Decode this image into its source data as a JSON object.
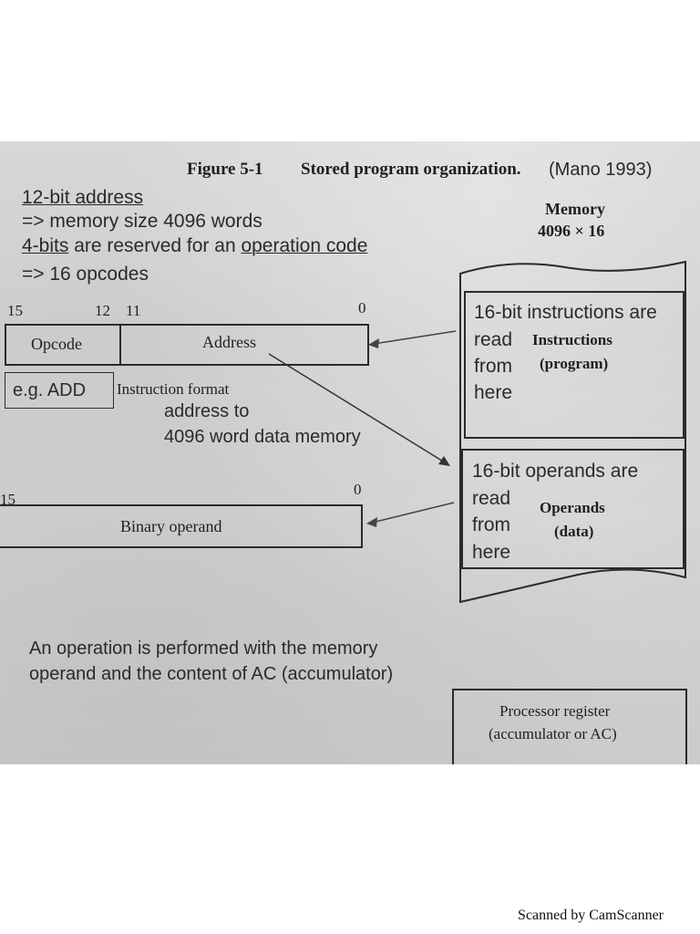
{
  "figure": {
    "label": "Figure 5-1",
    "caption": "Stored program organization.",
    "citation": "(Mano 1993)"
  },
  "notes": {
    "line1": "12-bit address",
    "line2": "=> memory size 4096 words",
    "line3_prefix": "4-bits",
    "line3_mid": " are reserved for an ",
    "line3_suffix": "operation code",
    "line4": "=> 16 opcodes"
  },
  "memory": {
    "title": "Memory",
    "size": "4096 × 16",
    "instructions_note": [
      "16-bit instructions are",
      "read",
      "from",
      "here"
    ],
    "instructions_label": "Instructions",
    "instructions_sub": "(program)",
    "operands_note": [
      "16-bit operands are",
      "read",
      "from",
      "here"
    ],
    "operands_label": "Operands",
    "operands_sub": "(data)"
  },
  "instruction_format": {
    "bit_15": "15",
    "bit_12": "12",
    "bit_11": "11",
    "bit_0": "0",
    "opcode": "Opcode",
    "address": "Address",
    "label": "Instruction format",
    "example": "e.g. ADD",
    "note_line1": "address to",
    "note_line2": "4096 word data memory"
  },
  "operand_format": {
    "bit_15": "15",
    "bit_0": "0",
    "label": "Binary operand"
  },
  "operation_note": {
    "line1": "An operation is performed with the memory",
    "line2": "operand and the content of AC (accumulator)"
  },
  "processor_register": {
    "line1": "Processor register",
    "line2": "(accumulator or AC)"
  },
  "footer": "Scanned by CamScanner"
}
